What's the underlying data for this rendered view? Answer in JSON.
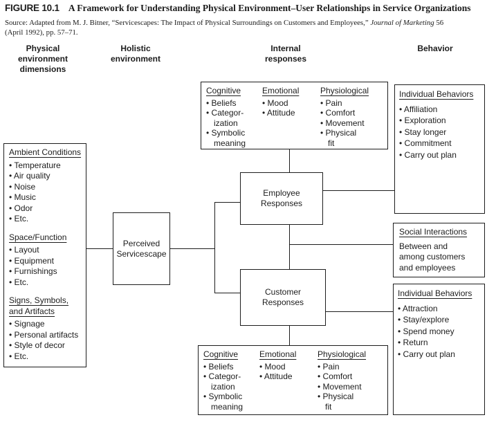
{
  "figure": {
    "label": "FIGURE 10.1",
    "title": "A Framework for Understanding Physical Environment–User Relationships in Service Organizations",
    "source_prefix": "Source: Adapted from M. J. Bitner, “Servicescapes: The Impact of Physical Surroundings on Customers and Employees,” ",
    "source_journal": "Journal of Marketing",
    "source_suffix": " 56 (April 1992), pp. 57–71."
  },
  "column_headers": {
    "physical": "Physical\nenvironment\ndimensions",
    "holistic": "Holistic\nenvironment",
    "internal": "Internal\nresponses",
    "behavior": "Behavior"
  },
  "physical_dimensions": {
    "sections": [
      {
        "heading": "Ambient Conditions",
        "items": [
          "Temperature",
          "Air quality",
          "Noise",
          "Music",
          "Odor",
          "Etc."
        ]
      },
      {
        "heading": "Space/Function",
        "items": [
          "Layout",
          "Equipment",
          "Furnishings",
          "Etc."
        ]
      },
      {
        "heading": "Signs, Symbols,\nand Artifacts",
        "items": [
          "Signage",
          "Personal artifacts",
          "Style of decor",
          "Etc."
        ]
      }
    ]
  },
  "perceived_servicescape": {
    "label": "Perceived\nServicescape"
  },
  "employee_responses": {
    "label": "Employee\nResponses"
  },
  "customer_responses": {
    "label": "Customer\nResponses"
  },
  "internal_top": {
    "columns": [
      {
        "heading": "Cognitive",
        "items": [
          "Beliefs",
          "Categor-\nization",
          "Symbolic\nmeaning"
        ]
      },
      {
        "heading": "Emotional",
        "items": [
          "Mood",
          "Attitude"
        ]
      },
      {
        "heading": "Physiological",
        "items": [
          "Pain",
          "Comfort",
          "Movement",
          "Physical\nfit"
        ]
      }
    ]
  },
  "internal_bottom": {
    "columns": [
      {
        "heading": "Cognitive",
        "items": [
          "Beliefs",
          "Categor-\nization",
          "Symbolic\nmeaning"
        ]
      },
      {
        "heading": "Emotional",
        "items": [
          "Mood",
          "Attitude"
        ]
      },
      {
        "heading": "Physiological",
        "items": [
          "Pain",
          "Comfort",
          "Movement",
          "Physical\nfit"
        ]
      }
    ]
  },
  "individual_behaviors_top": {
    "heading": "Individual Behaviors",
    "items": [
      "Affiliation",
      "Exploration",
      "Stay longer",
      "Commitment",
      "Carry out plan"
    ]
  },
  "social_interactions": {
    "heading": "Social Interactions",
    "body": "Between and\namong customers\nand employees"
  },
  "individual_behaviors_bottom": {
    "heading": "Individual Behaviors",
    "items": [
      "Attraction",
      "Stay/explore",
      "Spend money",
      "Return",
      "Carry out plan"
    ]
  }
}
